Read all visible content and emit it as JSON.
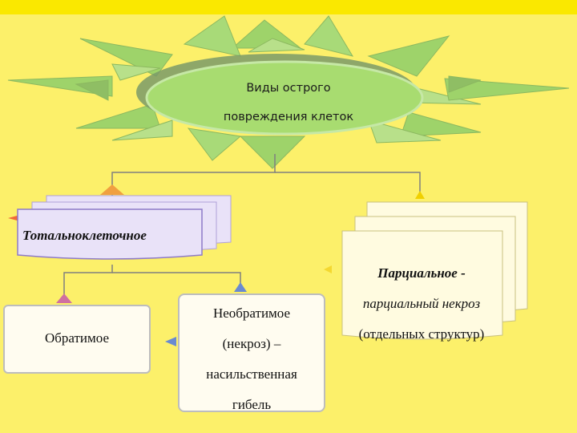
{
  "root": {
    "line1": "Виды острого",
    "line2": "повреждения клеток"
  },
  "total": {
    "label": "Тотальноклеточное"
  },
  "partial": {
    "line1": "Парциальное -",
    "line2": "парциальный некроз",
    "line3": "(отдельных структур)"
  },
  "reversible": {
    "label": "Обратимое"
  },
  "irreversible": {
    "line1": "Необратимое",
    "line2": "(некроз) –",
    "line3": "насильственная",
    "line4": "гибель"
  },
  "colors": {
    "background": "#fcf06a",
    "sun_green": "#9ed36a",
    "connector": "#7f7f7f",
    "card_lavender": "#e9e2f8",
    "card_cream": "#fffbe0"
  }
}
